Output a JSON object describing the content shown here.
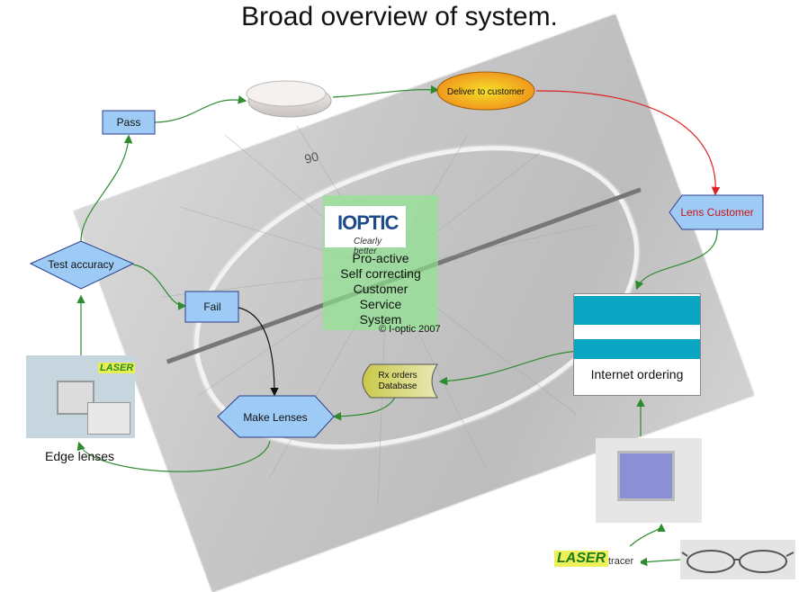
{
  "title": "Broad overview of system.",
  "nodes": {
    "pass": "Pass",
    "test_accuracy": "Test accuracy",
    "fail": "Fail",
    "make_lenses": "Make Lenses",
    "deliver": "Deliver to customer",
    "lens_customer": "Lens Customer",
    "rx_database_line1": "Rx orders",
    "rx_database_line2": "Database",
    "internet_ordering": "Internet ordering",
    "edge_lenses": "Edge lenses"
  },
  "center_panel": {
    "logo_text": "IOPTIC",
    "logo_tagline": "Clearly better",
    "lines": [
      "Pro-active",
      "Self correcting",
      "Customer",
      "Service",
      "System"
    ],
    "copyright": "© I-optic 2007"
  },
  "laser_brand": "LASER",
  "laser_tracer_suffix": "tracer",
  "photo_mark": "90",
  "colors": {
    "box_fill": "#9ecbf5",
    "box_stroke": "#2a3f8a",
    "arrow_green": "#2e8b2e",
    "arrow_red": "#d22",
    "deliver_fill_center": "#f5e02a",
    "deliver_fill_edge": "#f08a1a",
    "lens_customer_text": "#cc1111",
    "database_fill": "#b8b83a",
    "highlight_green": "#8ce68c"
  }
}
